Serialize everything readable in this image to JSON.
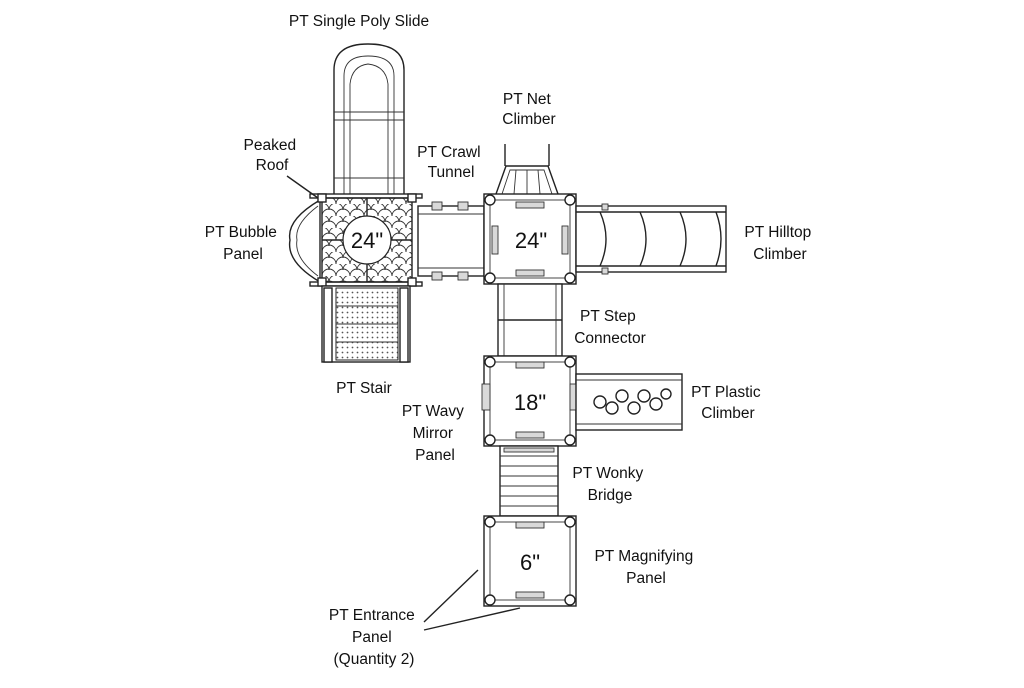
{
  "labels": {
    "slide": "PT Single Poly Slide",
    "peaked_roof": [
      "Peaked",
      "Roof"
    ],
    "crawl_tunnel": [
      "PT Crawl",
      "Tunnel"
    ],
    "net_climber": [
      "PT Net",
      "Climber"
    ],
    "bubble_panel": [
      "PT Bubble",
      "Panel"
    ],
    "hilltop_climber": [
      "PT Hilltop",
      "Climber"
    ],
    "step_connector": [
      "PT Step",
      "Connector"
    ],
    "stair": "PT Stair",
    "plastic_climber": [
      "PT Plastic",
      "Climber"
    ],
    "wavy_mirror_panel": [
      "PT Wavy",
      "Mirror",
      "Panel"
    ],
    "wonky_bridge": [
      "PT Wonky",
      "Bridge"
    ],
    "magnifying_panel": [
      "PT Magnifying",
      "Panel"
    ],
    "entrance_panel": [
      "PT Entrance",
      "Panel",
      "(Quantity 2)"
    ]
  },
  "deck_heights": {
    "left_deck": "24\"",
    "right_deck": "24\"",
    "middle_deck": "18\"",
    "bottom_deck": "6\""
  }
}
